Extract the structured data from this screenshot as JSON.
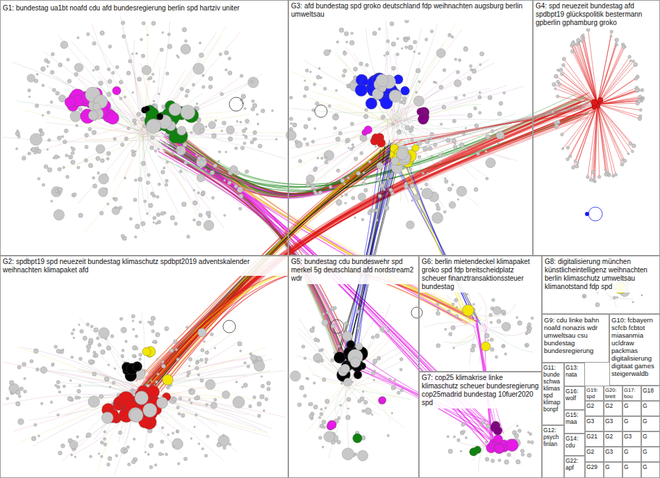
{
  "diagram": {
    "nodes": [
      {
        "text": [
          "G1: bundestag ua1bt noafd cdu afd bundesregierung berlin spd hartziv uniter"
        ]
      },
      {
        "text": [
          "G3: afd bundestag spd groko deutschland fdp weihnachten augsburg berlin umweltsau"
        ]
      },
      {
        "text": [
          "G4: spd neuezeit bundestag afd spdbpt19 glückspolitik bestermann gpberlin gphamburg groko"
        ]
      },
      {
        "text": [
          "G2: spdbpt19 spd neuezeit bundestag klimaschutz spdbpt2019 adventskalender weihnachten klimapaket afd"
        ]
      },
      {
        "text": [
          "G5: bundestag cdu bundeswehr spd merkel 5g deutschland afd nordstream2 wdr"
        ]
      },
      {
        "text": [
          "G6: berlin mietendeckel klimapaket groko spd fdp breitscheidplatz scheuer finanztransaktionssteuer bundestag"
        ]
      },
      {
        "text": [
          "G8: digitalisierung münchen künstlicheintelligenz weihnachten berlin klimaschutz umweltsau klimanotstand fdp spd"
        ]
      },
      {
        "text": [
          "G9: cdu linke bahn noafd nonazis wdr umweltsau csu bundestag bundesregierung"
        ]
      },
      {
        "text": [
          "G10: fcbayern scfcb fcbtot miasanmia ucldraw packmas digitalisierung digitaat games steigerwaldb"
        ]
      },
      {
        "text": [
          "G7: cop25 klimakrise linke klimaschutz scheuer bundesregierung cop25madrid bundestag 10fuer2020 spd"
        ]
      },
      {
        "text": [
          "G11: bunde schwa klimas spd klimap bonpf"
        ]
      },
      {
        "text": [
          "G12: psych finlan"
        ]
      },
      {
        "text": [
          "G13: nata"
        ]
      },
      {
        "text": [
          "G16: wolf"
        ]
      },
      {
        "text": [
          "G15: maa"
        ]
      },
      {
        "text": [
          "G14: cdu"
        ]
      },
      {
        "text": [
          "G22: apf"
        ]
      },
      {
        "text": [
          "G19: spd"
        ]
      },
      {
        "text": [
          "G20: breit"
        ]
      },
      {
        "text": [
          "G17: bou"
        ]
      },
      {
        "text": [
          "G18"
        ]
      },
      {
        "text": [
          "G2"
        ]
      },
      {
        "text": [
          "G2"
        ]
      },
      {
        "text": [
          "G"
        ]
      },
      {
        "text": [
          "G"
        ]
      },
      {
        "text": [
          "G3"
        ]
      },
      {
        "text": [
          "G3"
        ]
      },
      {
        "text": [
          "G"
        ]
      },
      {
        "text": [
          "G"
        ]
      },
      {
        "text": [
          "G21"
        ]
      },
      {
        "text": [
          "G2"
        ]
      },
      {
        "text": [
          "G3"
        ]
      },
      {
        "text": [
          "G"
        ]
      },
      {
        "text": [
          "G2"
        ]
      },
      {
        "text": [
          "G3"
        ]
      },
      {
        "text": [
          "G"
        ]
      },
      {
        "text": [
          "G"
        ]
      },
      {
        "text": [
          "G29"
        ]
      },
      {
        "text": [
          "G"
        ]
      },
      {
        "text": [
          "G"
        ]
      },
      {
        "text": [
          "G"
        ]
      }
    ]
  }
}
